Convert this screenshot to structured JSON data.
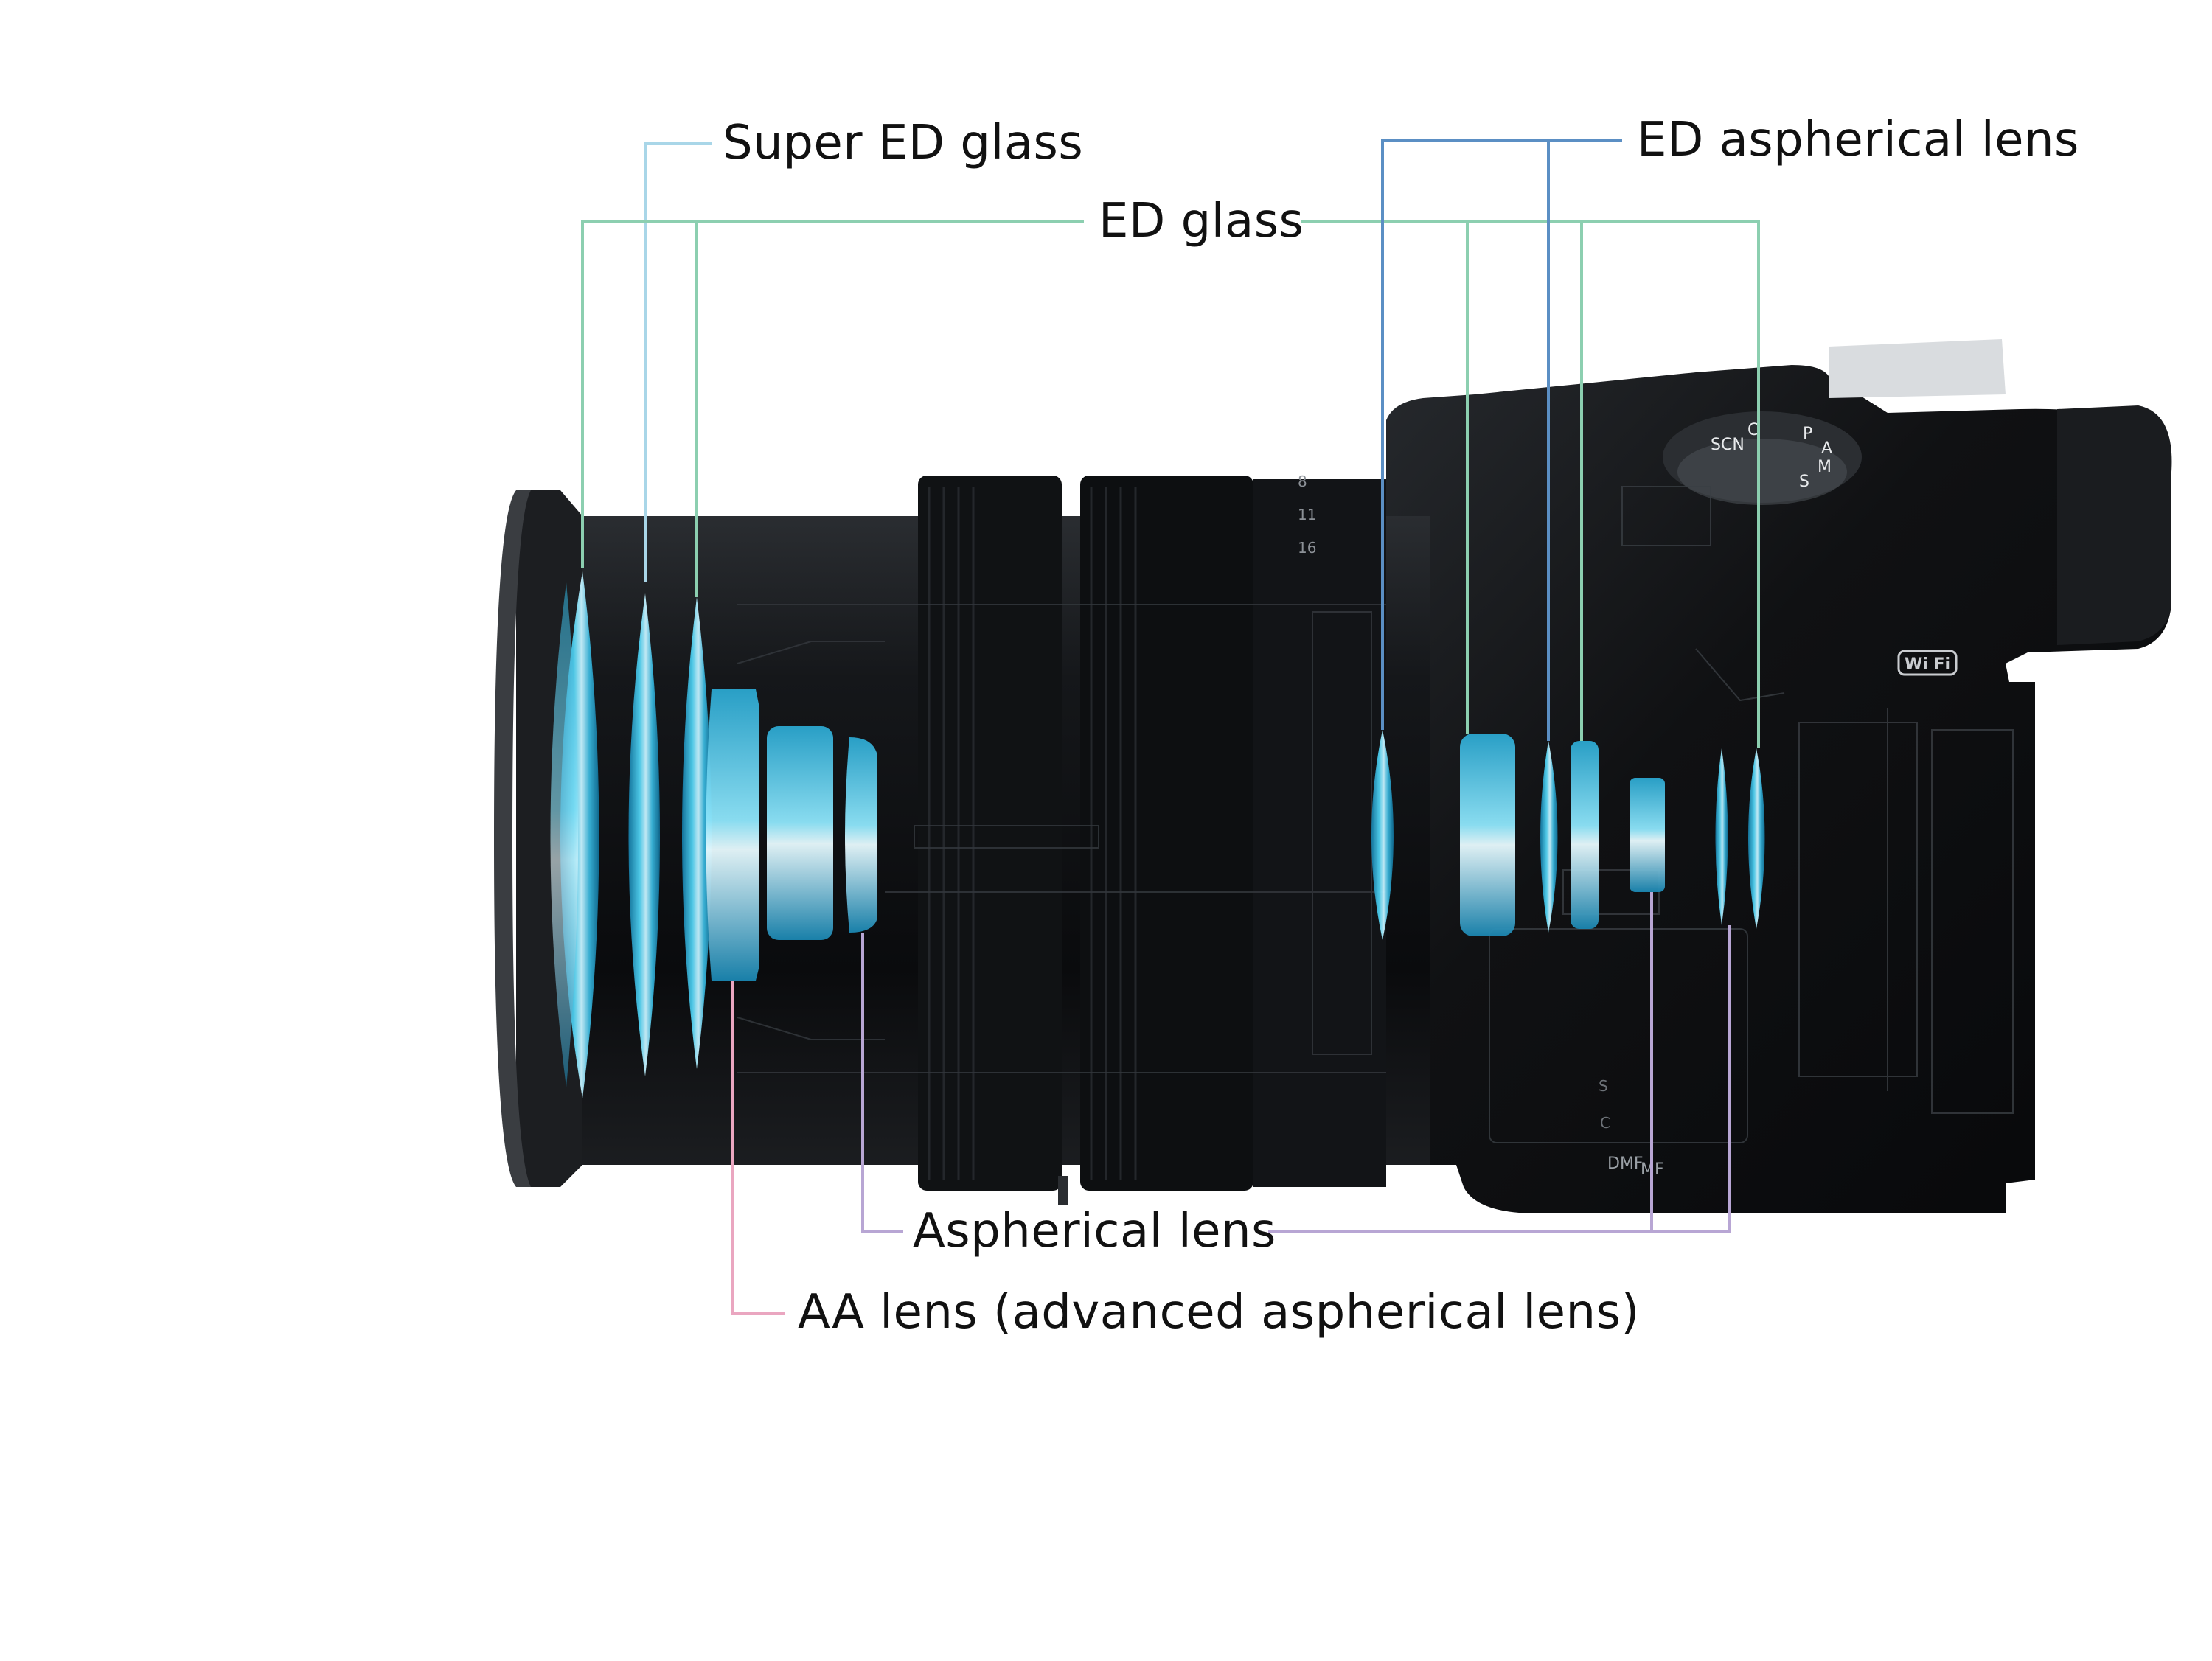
{
  "labels": {
    "super_ed_glass": "Super ED glass",
    "ed_glass": "ED glass",
    "ed_aspherical_lens": "ED aspherical lens",
    "aspherical_lens": "Aspherical lens",
    "aa_lens": "AA lens (advanced aspherical lens)"
  },
  "mode_dial_letters": [
    "SCN",
    "M",
    "S",
    "A",
    "P",
    "C"
  ],
  "lens_barrel_scale": [
    "8",
    "11",
    "16"
  ],
  "body_markings": {
    "wifi": "Wi Fi",
    "dmf": "DMF",
    "mf": "MF",
    "s": "S",
    "c": "C"
  },
  "colors": {
    "background": "#ffffff",
    "body": "#0c0d0f",
    "lens_element": "#2fb4d8",
    "super_ed_line": "#a9d6e8",
    "ed_glass_line": "#8ccfb0",
    "ed_aspherical_line": "#5b8fc4",
    "aspherical_line": "#b8a6d4",
    "aa_line": "#eaa6c0",
    "label_text": "#111111"
  }
}
